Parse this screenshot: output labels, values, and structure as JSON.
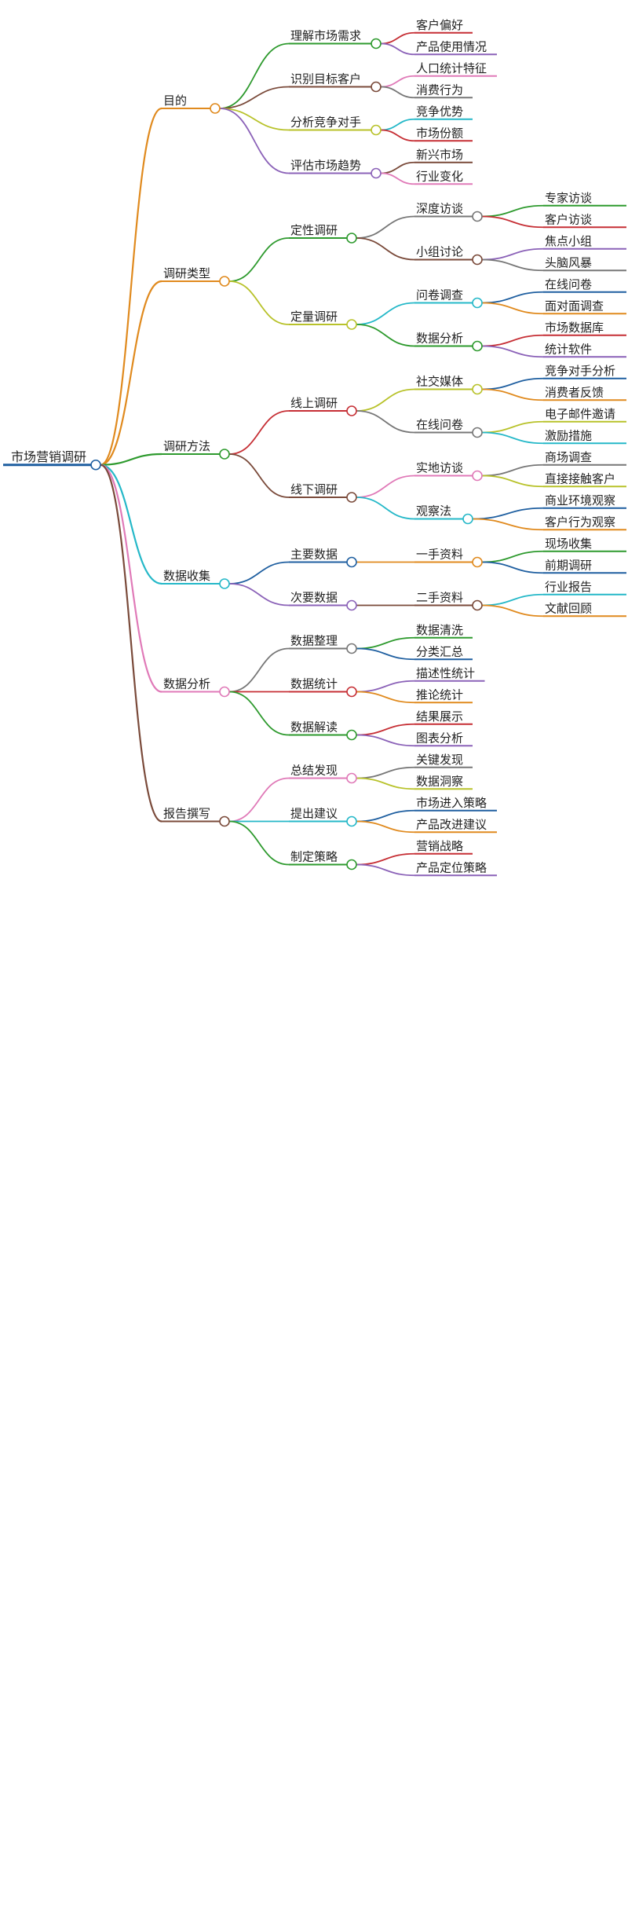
{
  "mindmap": {
    "root": {
      "label": "市场营销调研",
      "color": "#1f5fa0",
      "children": [
        {
          "label": "目的",
          "color": "#e08a1e",
          "children": [
            {
              "label": "理解市场需求",
              "color": "#2e9a2e",
              "children": [
                {
                  "label": "客户偏好",
                  "color": "#c62f35"
                },
                {
                  "label": "产品使用情况",
                  "color": "#8b62b8"
                }
              ]
            },
            {
              "label": "识别目标客户",
              "color": "#7a4a3a",
              "children": [
                {
                  "label": "人口统计特征",
                  "color": "#e07ab8"
                },
                {
                  "label": "消费行为",
                  "color": "#777777"
                }
              ]
            },
            {
              "label": "分析竞争对手",
              "color": "#b8c22a",
              "children": [
                {
                  "label": "竞争优势",
                  "color": "#25b8c8"
                },
                {
                  "label": "市场份额",
                  "color": "#c62f35"
                }
              ]
            },
            {
              "label": "评估市场趋势",
              "color": "#8b62b8",
              "children": [
                {
                  "label": "新兴市场",
                  "color": "#7a4a3a"
                },
                {
                  "label": "行业变化",
                  "color": "#e07ab8"
                }
              ]
            }
          ]
        },
        {
          "label": "调研类型",
          "color": "#e08a1e",
          "children": [
            {
              "label": "定性调研",
              "color": "#2e9a2e",
              "children": [
                {
                  "label": "深度访谈",
                  "color": "#777777",
                  "children": [
                    {
                      "label": "专家访谈",
                      "color": "#2e9a2e"
                    },
                    {
                      "label": "客户访谈",
                      "color": "#c62f35"
                    }
                  ]
                },
                {
                  "label": "小组讨论",
                  "color": "#7a4a3a",
                  "children": [
                    {
                      "label": "焦点小组",
                      "color": "#8b62b8"
                    },
                    {
                      "label": "头脑风暴",
                      "color": "#777777"
                    }
                  ]
                }
              ]
            },
            {
              "label": "定量调研",
              "color": "#b8c22a",
              "children": [
                {
                  "label": "问卷调查",
                  "color": "#25b8c8",
                  "children": [
                    {
                      "label": "在线问卷",
                      "color": "#1f5fa0"
                    },
                    {
                      "label": "面对面调查",
                      "color": "#e08a1e"
                    }
                  ]
                },
                {
                  "label": "数据分析",
                  "color": "#2e9a2e",
                  "children": [
                    {
                      "label": "市场数据库",
                      "color": "#c62f35"
                    },
                    {
                      "label": "统计软件",
                      "color": "#8b62b8"
                    }
                  ]
                }
              ]
            }
          ]
        },
        {
          "label": "调研方法",
          "color": "#2e9a2e",
          "children": [
            {
              "label": "线上调研",
              "color": "#c62f35",
              "children": [
                {
                  "label": "社交媒体",
                  "color": "#b8c22a",
                  "children": [
                    {
                      "label": "竞争对手分析",
                      "color": "#1f5fa0"
                    },
                    {
                      "label": "消费者反馈",
                      "color": "#e08a1e"
                    }
                  ]
                },
                {
                  "label": "在线问卷",
                  "color": "#777777",
                  "children": [
                    {
                      "label": "电子邮件邀请",
                      "color": "#b8c22a"
                    },
                    {
                      "label": "激励措施",
                      "color": "#25b8c8"
                    }
                  ]
                }
              ]
            },
            {
              "label": "线下调研",
              "color": "#7a4a3a",
              "children": [
                {
                  "label": "实地访谈",
                  "color": "#e07ab8",
                  "children": [
                    {
                      "label": "商场调查",
                      "color": "#777777"
                    },
                    {
                      "label": "直接接触客户",
                      "color": "#b8c22a"
                    }
                  ]
                },
                {
                  "label": "观察法",
                  "color": "#25b8c8",
                  "children": [
                    {
                      "label": "商业环境观察",
                      "color": "#1f5fa0"
                    },
                    {
                      "label": "客户行为观察",
                      "color": "#e08a1e"
                    }
                  ]
                }
              ]
            }
          ]
        },
        {
          "label": "数据收集",
          "color": "#25b8c8",
          "children": [
            {
              "label": "主要数据",
              "color": "#1f5fa0",
              "children": [
                {
                  "label": "一手资料",
                  "color": "#e08a1e",
                  "children": [
                    {
                      "label": "现场收集",
                      "color": "#2e9a2e"
                    },
                    {
                      "label": "前期调研",
                      "color": "#1f5fa0"
                    }
                  ]
                }
              ]
            },
            {
              "label": "次要数据",
              "color": "#8b62b8",
              "children": [
                {
                  "label": "二手资料",
                  "color": "#7a4a3a",
                  "children": [
                    {
                      "label": "行业报告",
                      "color": "#25b8c8"
                    },
                    {
                      "label": "文献回顾",
                      "color": "#e08a1e"
                    }
                  ]
                }
              ]
            }
          ]
        },
        {
          "label": "数据分析",
          "color": "#e07ab8",
          "children": [
            {
              "label": "数据整理",
              "color": "#777777",
              "children": [
                {
                  "label": "数据清洗",
                  "color": "#2e9a2e"
                },
                {
                  "label": "分类汇总",
                  "color": "#1f5fa0"
                }
              ]
            },
            {
              "label": "数据统计",
              "color": "#c62f35",
              "children": [
                {
                  "label": "描述性统计",
                  "color": "#8b62b8"
                },
                {
                  "label": "推论统计",
                  "color": "#e08a1e"
                }
              ]
            },
            {
              "label": "数据解读",
              "color": "#2e9a2e",
              "children": [
                {
                  "label": "结果展示",
                  "color": "#c62f35"
                },
                {
                  "label": "图表分析",
                  "color": "#8b62b8"
                }
              ]
            }
          ]
        },
        {
          "label": "报告撰写",
          "color": "#7a4a3a",
          "children": [
            {
              "label": "总结发现",
              "color": "#e07ab8",
              "children": [
                {
                  "label": "关键发现",
                  "color": "#777777"
                },
                {
                  "label": "数据洞察",
                  "color": "#b8c22a"
                }
              ]
            },
            {
              "label": "提出建议",
              "color": "#25b8c8",
              "children": [
                {
                  "label": "市场进入策略",
                  "color": "#1f5fa0"
                },
                {
                  "label": "产品改进建议",
                  "color": "#e08a1e"
                }
              ]
            },
            {
              "label": "制定策略",
              "color": "#2e9a2e",
              "children": [
                {
                  "label": "营销战略",
                  "color": "#c62f35"
                },
                {
                  "label": "产品定位策略",
                  "color": "#8b62b8"
                }
              ]
            }
          ]
        }
      ]
    }
  }
}
